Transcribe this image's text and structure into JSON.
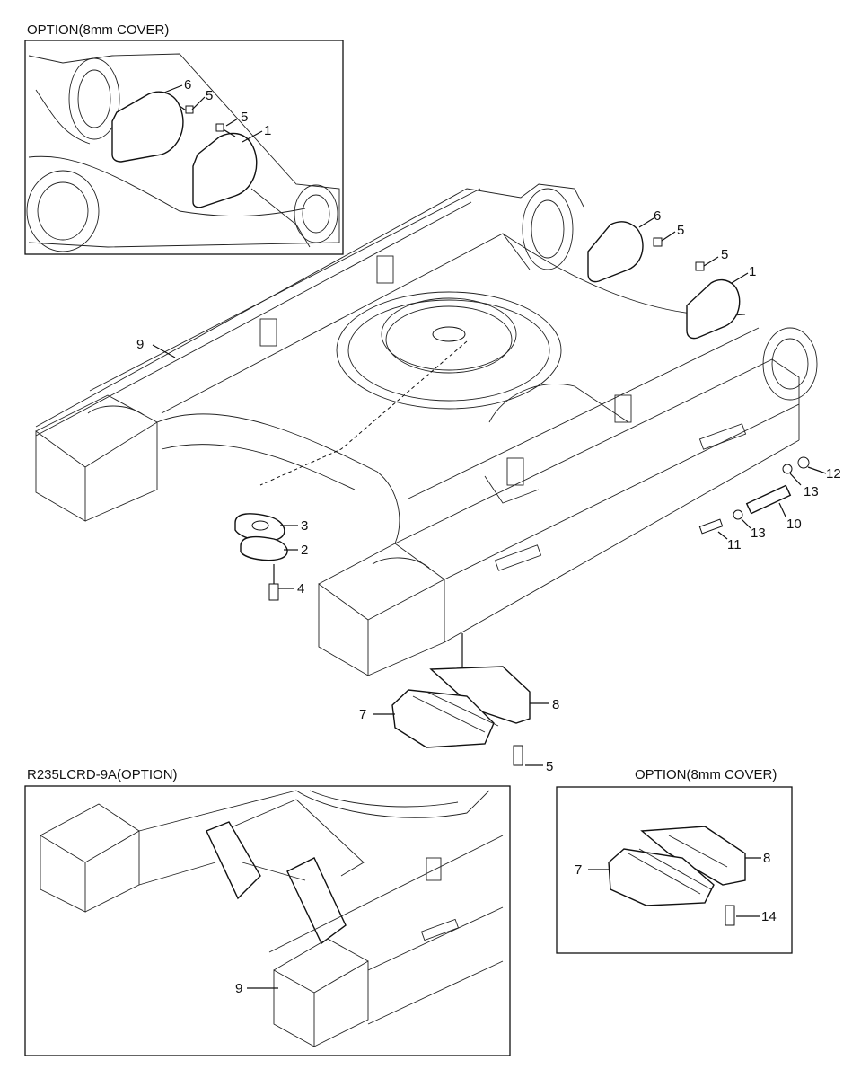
{
  "insets": {
    "top_left_title": "OPTION(8mm COVER)",
    "bottom_left_title": "R235LCRD-9A(OPTION)",
    "bottom_right_title": "OPTION(8mm COVER)"
  },
  "callouts": {
    "tl_6": "6",
    "tl_5a": "5",
    "tl_5b": "5",
    "tl_1": "1",
    "m_6": "6",
    "m_5a": "5",
    "m_5b": "5",
    "m_1": "1",
    "m_9": "9",
    "m_3": "3",
    "m_2": "2",
    "m_4": "4",
    "m_12": "12",
    "m_13a": "13",
    "m_10": "10",
    "m_13b": "13",
    "m_11": "11",
    "m_8": "8",
    "m_7": "7",
    "m_5c": "5",
    "bl_9": "9",
    "br_8": "8",
    "br_7": "7",
    "br_14": "14"
  }
}
